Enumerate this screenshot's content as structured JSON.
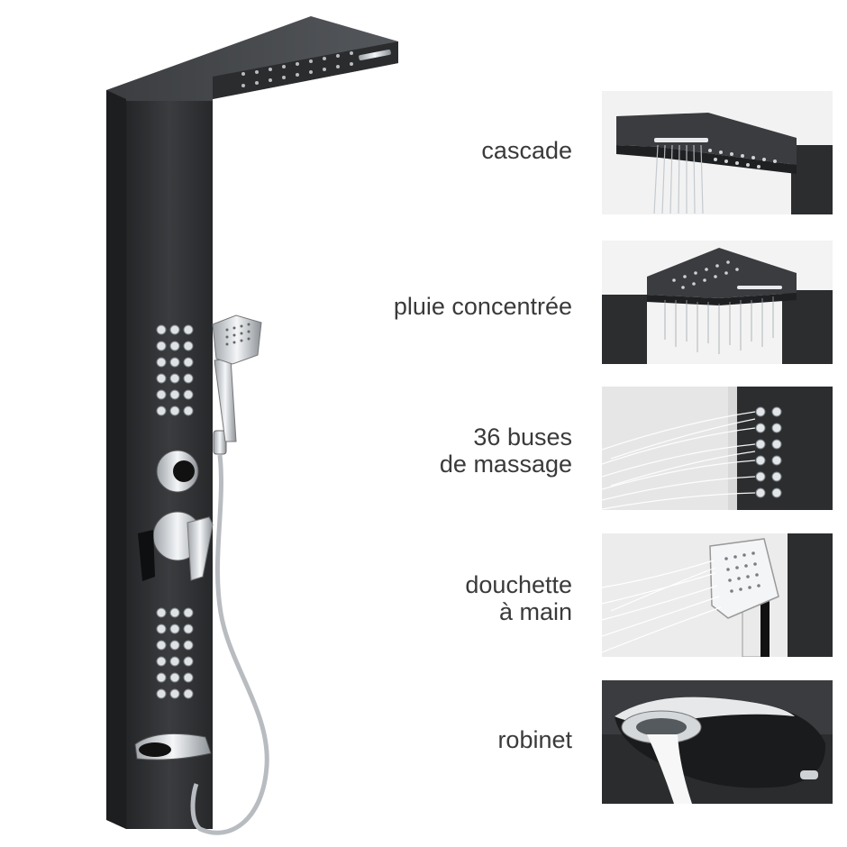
{
  "features": [
    {
      "label_lines": [
        "cascade"
      ],
      "icon": "waterfall-head-icon"
    },
    {
      "label_lines": [
        "pluie concentrée"
      ],
      "icon": "rain-head-icon"
    },
    {
      "label_lines": [
        "36 buses",
        "de massage"
      ],
      "icon": "massage-jets-icon"
    },
    {
      "label_lines": [
        "douchette",
        "à main"
      ],
      "icon": "hand-shower-icon"
    },
    {
      "label_lines": [
        "robinet"
      ],
      "icon": "spout-icon"
    }
  ],
  "colors": {
    "panel": "#2d2f31",
    "panel_dark": "#1d1f21",
    "chrome": "#d9dcdf",
    "label_text": "#3a3a3a",
    "thumb_bg": "#eeeeee"
  }
}
